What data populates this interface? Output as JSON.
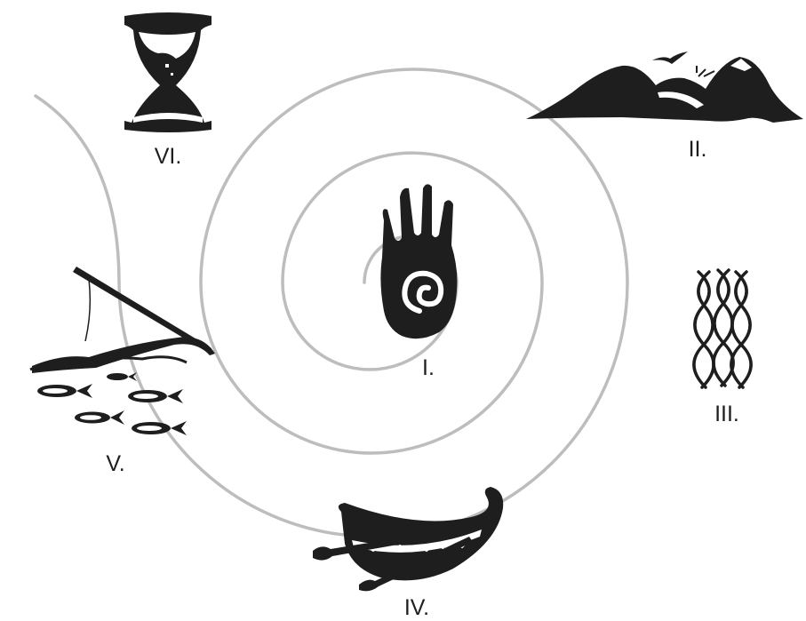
{
  "diagram": {
    "spiral_color": "#bdbdbd",
    "ink_color": "#1e1e1e",
    "stages": [
      {
        "numeral": "I.",
        "icon": "spiral-hand-icon"
      },
      {
        "numeral": "II.",
        "icon": "mountains-icon"
      },
      {
        "numeral": "III.",
        "icon": "braided-strands-icon"
      },
      {
        "numeral": "IV.",
        "icon": "canoe-icon"
      },
      {
        "numeral": "V.",
        "icon": "fishing-fish-icon"
      },
      {
        "numeral": "VI.",
        "icon": "hourglass-icon"
      }
    ]
  }
}
